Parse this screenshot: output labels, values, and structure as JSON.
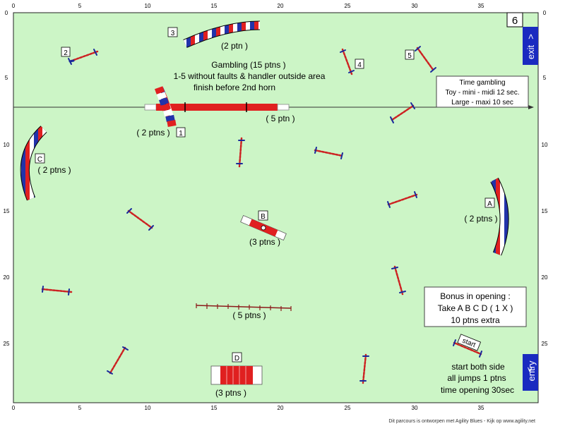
{
  "axis_ticks": {
    "top": [
      "0",
      "5",
      "10",
      "15",
      "20",
      "25",
      "30",
      "35"
    ],
    "bottom": [
      "0",
      "5",
      "10",
      "15",
      "20",
      "25",
      "30",
      "35"
    ],
    "left": [
      "0",
      "5",
      "10",
      "15",
      "20",
      "25"
    ],
    "right": [
      "0",
      "5",
      "10",
      "15",
      "20",
      "25"
    ]
  },
  "ring_number": "6",
  "exit_label": "exit",
  "exit_arrow": ">",
  "entry_label": "entry",
  "entry_arrow": ">",
  "gamble_text": {
    "line1": "Gambling  (15 ptns )",
    "line2": "1-5  without faults & handler outside area",
    "line3": "finish before 2nd horn"
  },
  "time_box": {
    "title": "Time gambling",
    "line1": "Toy - mini - midi 12 sec.",
    "line2": "Large - maxi 10 sec"
  },
  "bonus_box": {
    "line1": "Bonus in opening :",
    "line2": "Take A B C D ( 1 X )",
    "line3": "10 ptns extra"
  },
  "start_info": {
    "line1": "start both side",
    "line2": "all jumps 1 ptns",
    "line3": "time opening 30sec"
  },
  "start_label": "start",
  "obstacles": {
    "n1": "1",
    "n2": "2",
    "n3": "3",
    "n4": "4",
    "n5": "5",
    "a": "A",
    "b": "B",
    "c": "C",
    "d": "D"
  },
  "points": {
    "p1": "( 2 ptns )",
    "p3": "(2 ptn )",
    "dogwalk": "( 5 ptn )",
    "a": "( 2 ptns )",
    "b": "(3 ptns )",
    "c": "( 2 ptns )",
    "d": "(3 ptns )",
    "wall": "( 5 ptns )"
  },
  "footer": "Dit parcours is ontworpen met Agility Blues - Kijk op www.agility.net",
  "colors": {
    "field": "#ccf5c6",
    "jump_bar": "#cc2222",
    "wing": "#1a2a9c",
    "tunnel_red": "#e02020",
    "tunnel_blue": "#2233aa",
    "exit_box": "#1a2ac0"
  }
}
